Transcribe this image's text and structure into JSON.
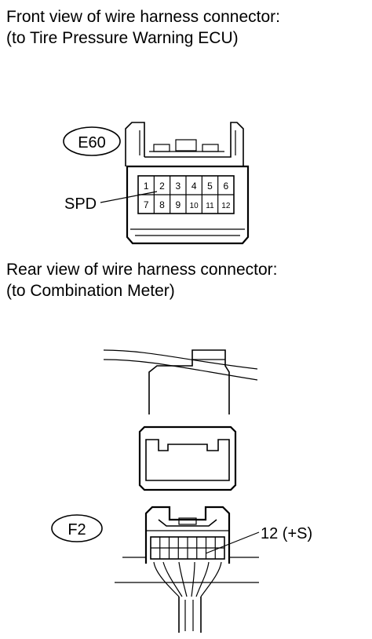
{
  "front_view": {
    "caption_line1": "Front view of wire harness connector:",
    "caption_line2": "(to Tire Pressure Warning ECU)",
    "connector_id": "E60",
    "terminals_row1": [
      "1",
      "2",
      "3",
      "4",
      "5",
      "6"
    ],
    "terminals_row2": [
      "7",
      "8",
      "9",
      "10",
      "11",
      "12"
    ],
    "terminal_label": "SPD"
  },
  "rear_view": {
    "caption_line1": "Rear view of wire harness connector:",
    "caption_line2": "(to Combination Meter)",
    "connector_id": "F2",
    "terminal_label": "12 (+S)"
  }
}
